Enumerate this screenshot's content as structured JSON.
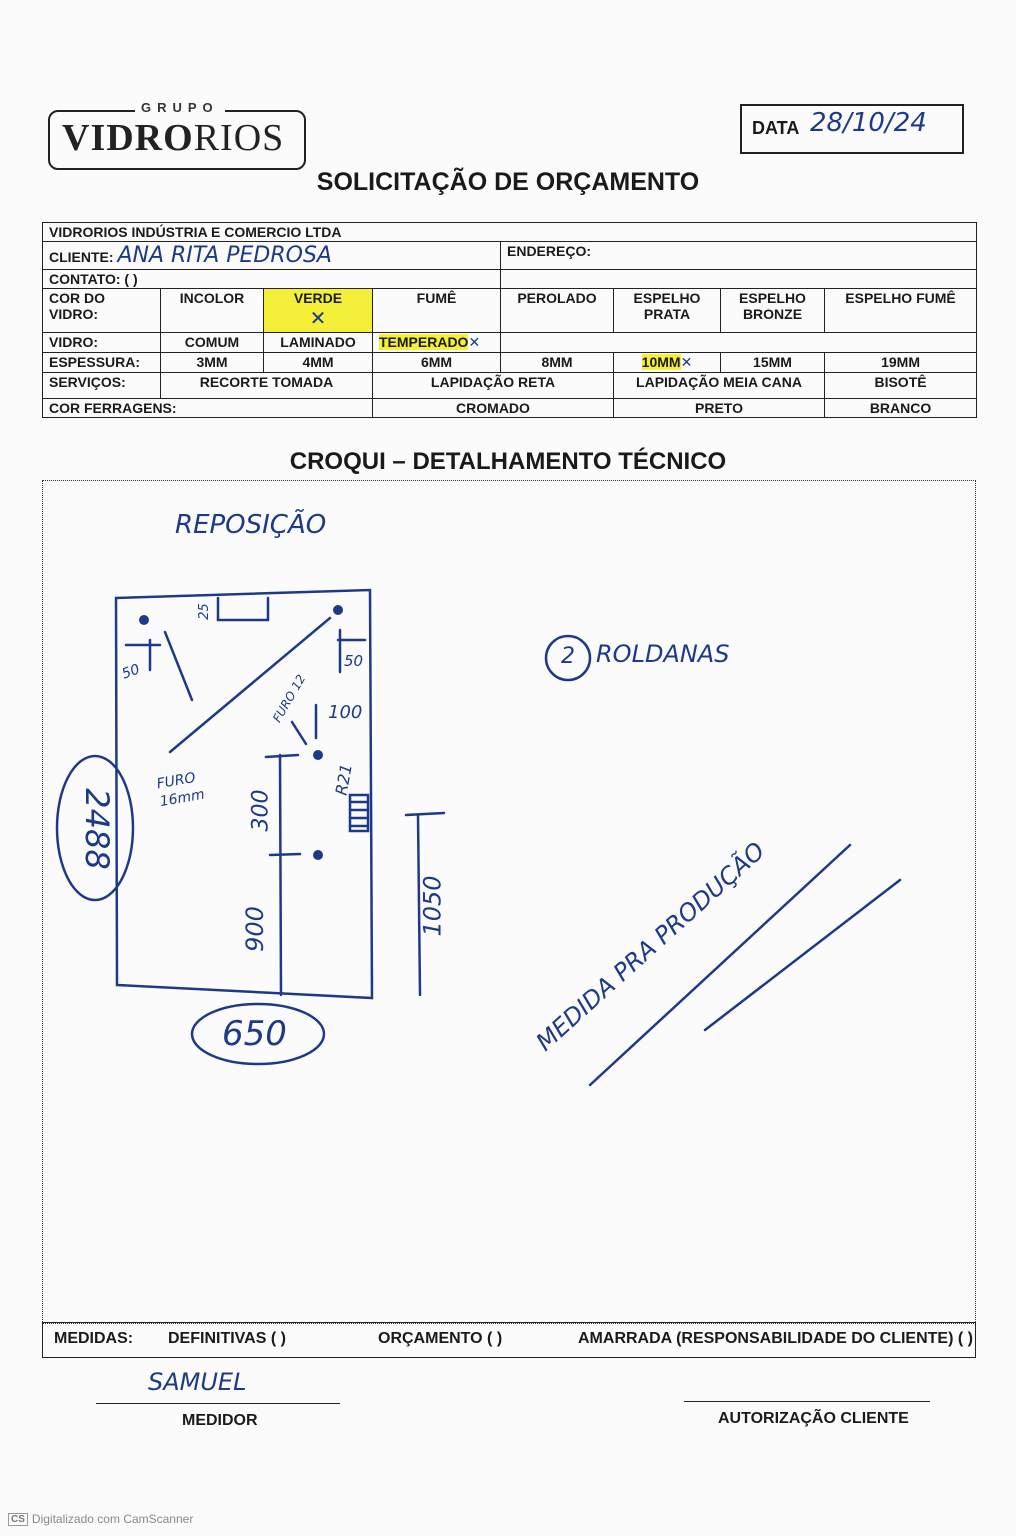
{
  "logo": {
    "grupo": "GRUPO",
    "brand_bold": "VIDRO",
    "brand_thin": "RIOS"
  },
  "date": {
    "label": "DATA",
    "value": "28/10/24"
  },
  "title": "SOLICITAÇÃO DE ORÇAMENTO",
  "form": {
    "company": "VIDRORIOS INDÚSTRIA E COMERCIO LTDA",
    "cliente_label": "CLIENTE:",
    "cliente_value": "ANA RITA PEDROSA",
    "endereco_label": "ENDEREÇO:",
    "contato_label": "CONTATO: (   )",
    "cor_label": "COR DO VIDRO:",
    "cores": [
      "INCOLOR",
      "VERDE",
      "FUMÊ",
      "PEROLADO",
      "ESPELHO PRATA",
      "ESPELHO BRONZE",
      "ESPELHO FUMÊ"
    ],
    "cor_mark": "✕",
    "vidro_label": "VIDRO:",
    "vidros": [
      "COMUM",
      "LAMINADO",
      "TEMPERADO"
    ],
    "vidro_mark": "✕",
    "espessura_label": "ESPESSURA:",
    "espessuras": [
      "3MM",
      "4MM",
      "6MM",
      "8MM",
      "10MM",
      "15MM",
      "19MM"
    ],
    "espessura_mark": "✕",
    "servicos_label": "SERVIÇOS:",
    "servicos": [
      "RECORTE TOMADA",
      "LAPIDAÇÃO RETA",
      "LAPIDAÇÃO MEIA CANA",
      "BISOTÊ"
    ],
    "ferragens_label": "COR FERRAGENS:",
    "ferragens": [
      "CROMADO",
      "PRETO",
      "BRANCO"
    ],
    "highlight_color": "#f4f03a"
  },
  "croqui_title": "CROQUI – DETALHAMENTO TÉCNICO",
  "sketch": {
    "reposicao": "REPOSIÇÃO",
    "roldanas": "ROLDANAS",
    "roldanas_count": "2",
    "dim_height": "2488",
    "dim_width": "650",
    "dim_1050": "1050",
    "dim_900": "900",
    "dim_300": "300",
    "dim_100": "100",
    "dim_50_left": "50",
    "dim_50_right": "50",
    "dim_25": "25",
    "dim_r21": "R21",
    "furo_16": "FURO 16mm",
    "furo_12": "FURO 12",
    "medida_note": "MEDIDA PRA PRODUÇÃO",
    "ink_color": "#1d3a8a"
  },
  "medidas": {
    "label": "MEDIDAS:",
    "definitivas": "DEFINITIVAS (  )",
    "orcamento": "ORÇAMENTO (  )",
    "amarrada": "AMARRADA (RESPONSABILIDADE DO CLIENTE) (  )"
  },
  "signatures": {
    "medidor_name": "SAMUEL",
    "medidor_label": "MEDIDOR",
    "cliente_label": "AUTORIZAÇÃO CLIENTE"
  },
  "footer": {
    "cs": "CS",
    "text": "Digitalizado com CamScanner"
  }
}
